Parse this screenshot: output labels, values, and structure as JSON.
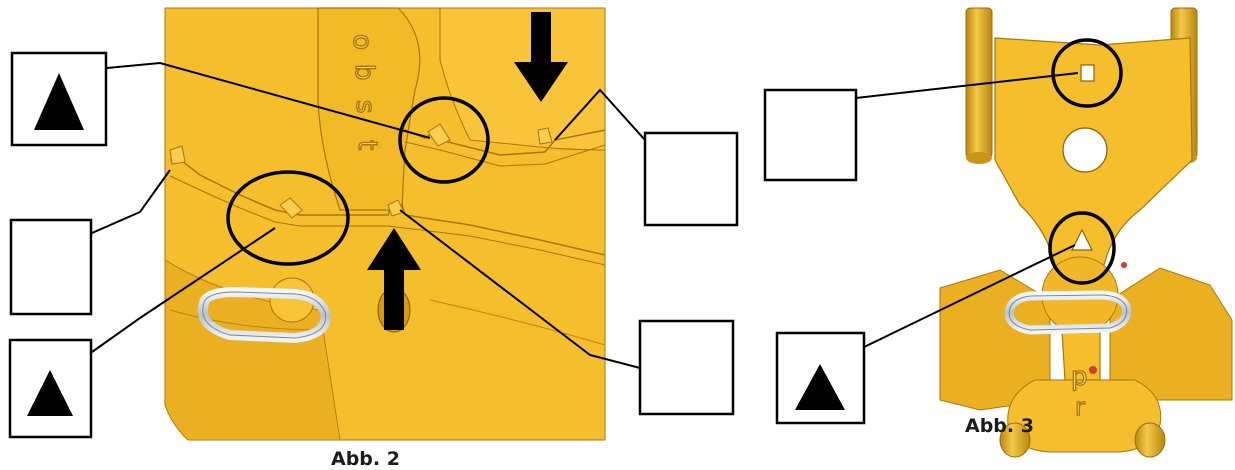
{
  "figures": [
    {
      "caption": "Abb. 2"
    },
    {
      "caption": "Abb. 3"
    }
  ],
  "part_lettering": [
    "o",
    "b",
    "s",
    "t",
    "p",
    "r"
  ],
  "symbols": {
    "triangle": "triangle-icon",
    "square": "square-icon"
  },
  "colors": {
    "part_yellow": "#F5BE2C",
    "part_shade": "#D99E18",
    "edge": "#A87610",
    "pin_gold": "#E7B12A",
    "ring_silver": "#C9D2DA",
    "marker": "#000000",
    "background": "#FFFFFF"
  }
}
